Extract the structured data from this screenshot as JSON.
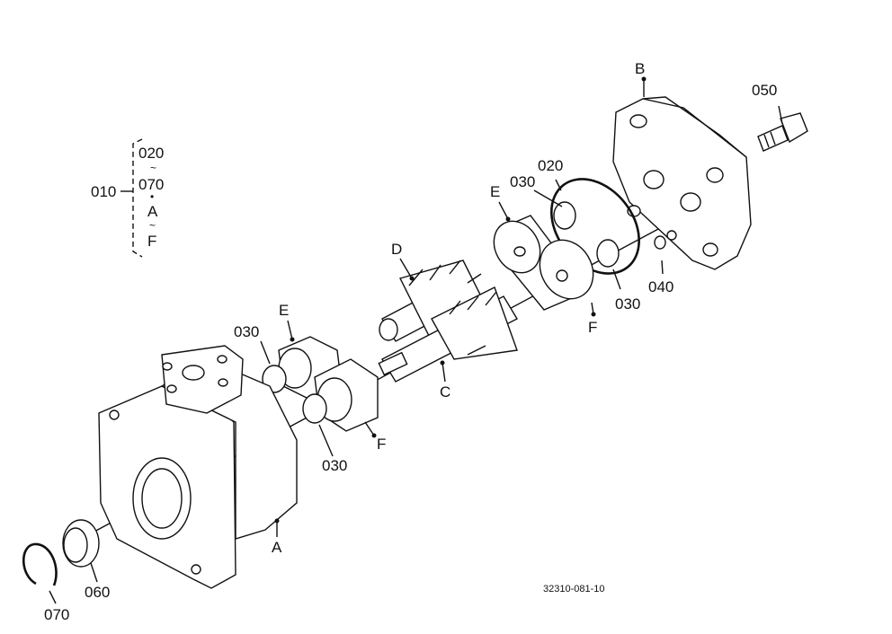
{
  "diagram": {
    "group": {
      "main": "010",
      "range_top": "020",
      "tilde1": "~",
      "range_mid": "070",
      "dot": "•",
      "sub_top": "A",
      "tilde2": "~",
      "sub_bottom": "F"
    },
    "labels": {
      "B": "B",
      "p050": "050",
      "p020": "020",
      "p030_top": "030",
      "E_right": "E",
      "D": "D",
      "p040": "040",
      "p030_right": "030",
      "F_right": "F",
      "E_left": "E",
      "p030_left": "030",
      "C": "C",
      "F_left": "F",
      "p030_bottom": "030",
      "A": "A",
      "p060": "060",
      "p070": "070"
    },
    "drawing_number": "32310-081-10"
  }
}
